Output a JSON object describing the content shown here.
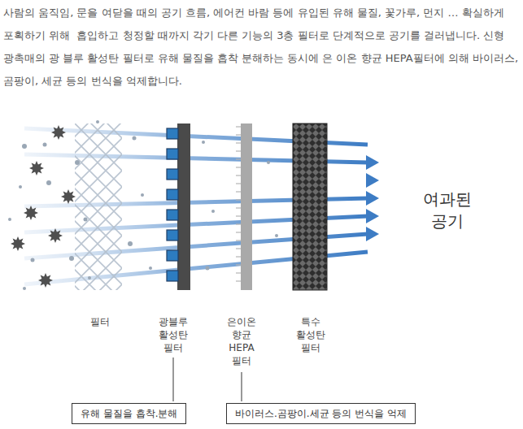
{
  "diagram": {
    "nodes": [
      {
        "text": [
          "유해 물질을 흡착.분해"
        ]
      },
      {
        "text": [
          "바이러스.곰팡이.세균 등의 번식을 억제"
        ]
      }
    ],
    "labels": [
      "사람의 움직임, 문을 여닫을 때의 공기 흐름, 에어컨 바람 등에 유입된 유해 물질, 꽃가루, 먼지 … 확실하게 포획하기 위해  흡입하고 청정할 때까지 각기 다른 기능의 3층 필터로 단계적으로 공기를 걸러냅니다. 신형 광촉매의 광 블루 활성탄 필터로 유해 물질을 흡착 분해하는 동시에 은 이온 향균 HEPA필터에 의해 바이러스, 곰팡이, 세균 등의 번식을 억제합니다.",
      "필터",
      "광블루 활성탄 필터",
      "은이온 향균 HEPA 필터",
      "특수 활성탄 필터",
      "여과된 공기"
    ]
  }
}
